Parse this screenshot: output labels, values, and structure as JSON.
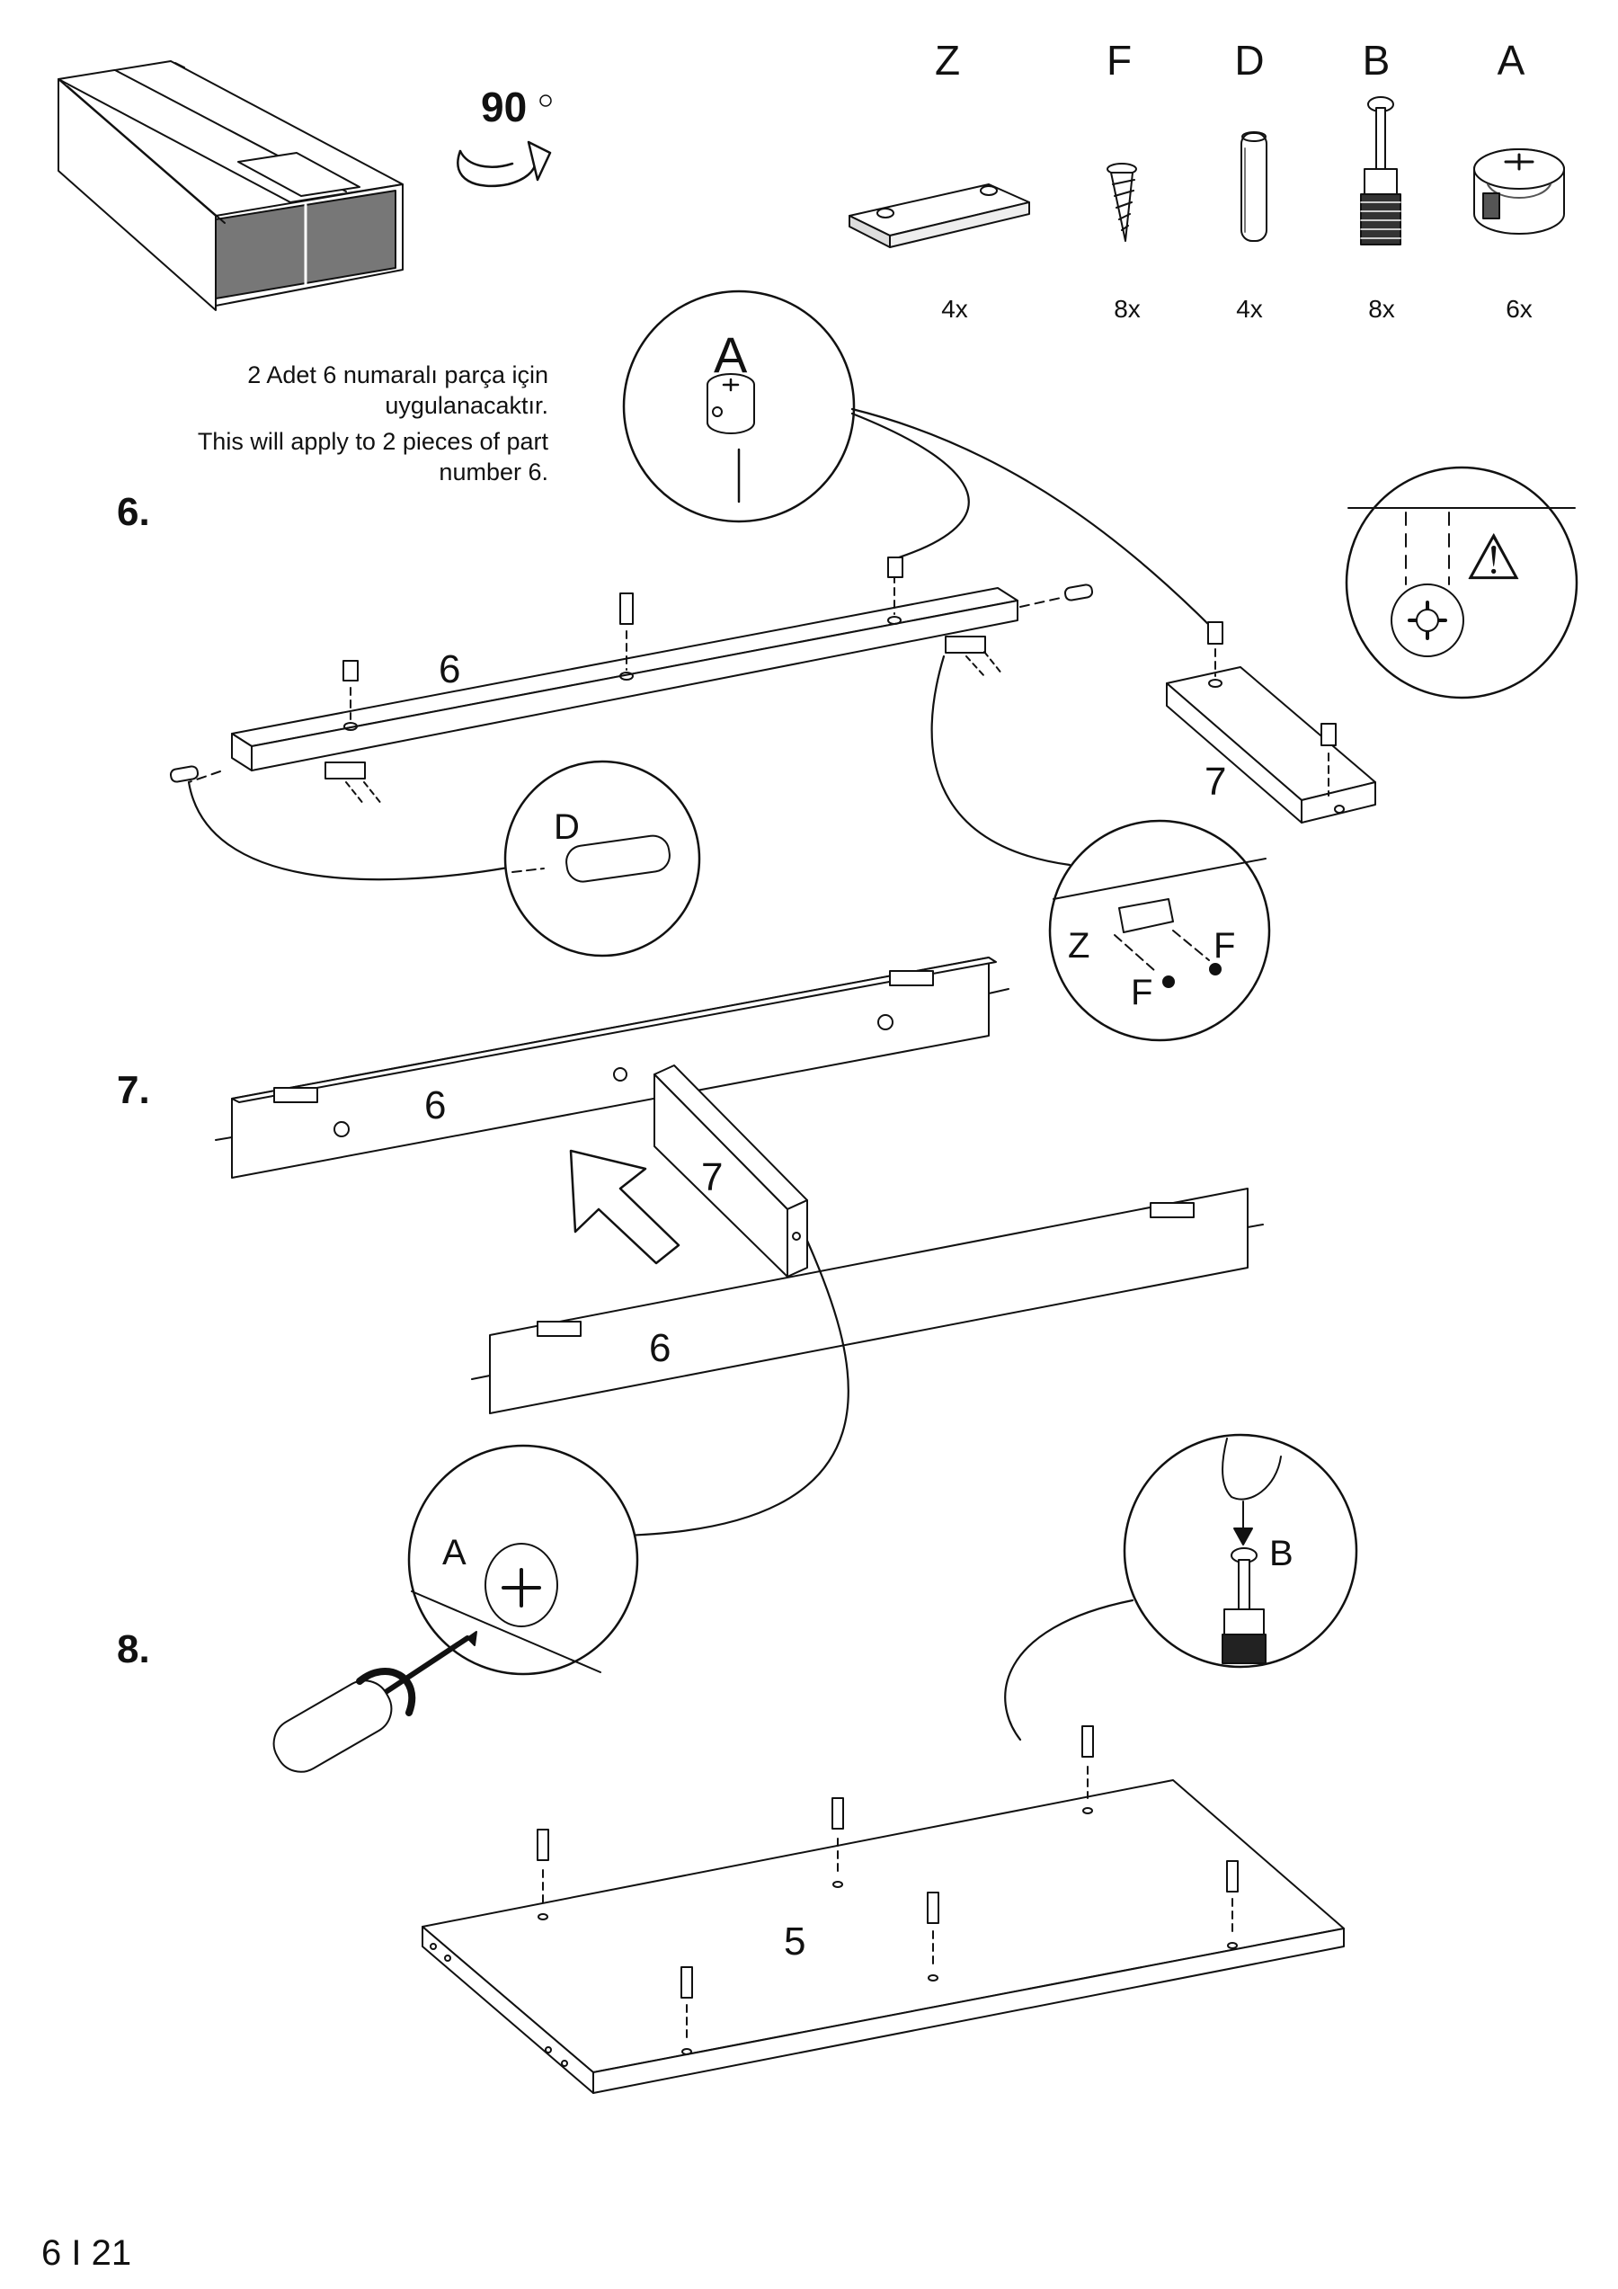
{
  "hardware": [
    {
      "letter": "Z",
      "qty": "4x",
      "icon": "connector-plate-icon"
    },
    {
      "letter": "F",
      "qty": "8x",
      "icon": "screw-icon"
    },
    {
      "letter": "D",
      "qty": "4x",
      "icon": "dowel-icon"
    },
    {
      "letter": "B",
      "qty": "8x",
      "icon": "cam-bolt-icon"
    },
    {
      "letter": "A",
      "qty": "6x",
      "icon": "cam-lock-icon"
    }
  ],
  "rotation": {
    "angle": "90",
    "degree": "°"
  },
  "note": {
    "tr_line1": "2 Adet 6 numaralı parça için",
    "tr_line2": "uygulanacaktır.",
    "en_line1": "This will apply to 2 pieces of part",
    "en_line2": "number 6."
  },
  "steps": {
    "s6": "6.",
    "s7": "7.",
    "s8": "8."
  },
  "parts": {
    "p6": "6",
    "p7": "7",
    "p5": "5"
  },
  "callouts": {
    "A": "A",
    "D": "D",
    "Z": "Z",
    "F": "F",
    "B": "B"
  },
  "warning_icon": "warning-triangle-icon",
  "footer": {
    "page": "6 I 21"
  }
}
